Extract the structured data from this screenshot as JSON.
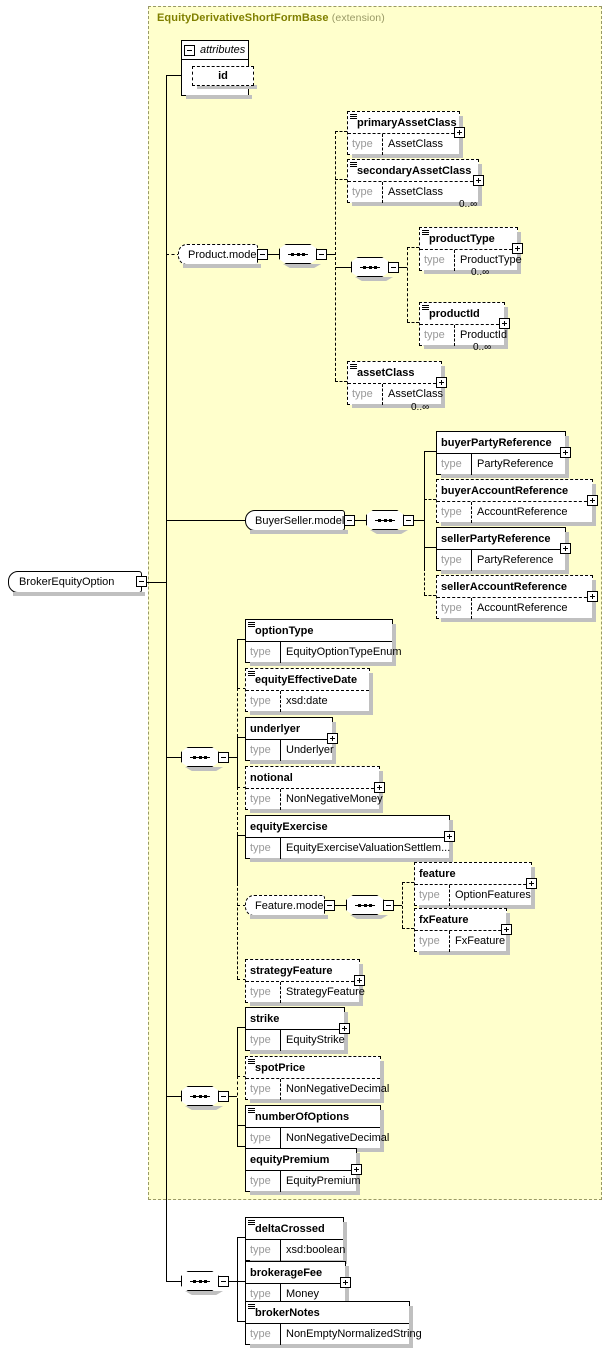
{
  "diagram": {
    "root": {
      "label": "BrokerEquityOption"
    },
    "extension": {
      "title": "EquityDerivativeShortFormBase",
      "subtitle": "(extension)"
    },
    "attributes_box": {
      "header": "attributes",
      "items": [
        "id"
      ]
    },
    "type_label": "type",
    "cardinality_many": "0..∞",
    "groups": {
      "product_model": "Product.model",
      "buyer_seller_model": "BuyerSeller.model",
      "feature_model": "Feature.model"
    },
    "elements": {
      "primaryAssetClass": {
        "name": "primaryAssetClass",
        "type": "AssetClass"
      },
      "secondaryAssetClass": {
        "name": "secondaryAssetClass",
        "type": "AssetClass"
      },
      "productType": {
        "name": "productType",
        "type": "ProductType"
      },
      "productId": {
        "name": "productId",
        "type": "ProductId"
      },
      "assetClass": {
        "name": "assetClass",
        "type": "AssetClass"
      },
      "buyerPartyReference": {
        "name": "buyerPartyReference",
        "type": "PartyReference"
      },
      "buyerAccountReference": {
        "name": "buyerAccountReference",
        "type": "AccountReference"
      },
      "sellerPartyReference": {
        "name": "sellerPartyReference",
        "type": "PartyReference"
      },
      "sellerAccountReference": {
        "name": "sellerAccountReference",
        "type": "AccountReference"
      },
      "optionType": {
        "name": "optionType",
        "type": "EquityOptionTypeEnum"
      },
      "equityEffectiveDate": {
        "name": "equityEffectiveDate",
        "type": "xsd:date"
      },
      "underlyer": {
        "name": "underlyer",
        "type": "Underlyer"
      },
      "notional": {
        "name": "notional",
        "type": "NonNegativeMoney"
      },
      "equityExercise": {
        "name": "equityExercise",
        "type": "EquityExerciseValuationSettlem..."
      },
      "feature": {
        "name": "feature",
        "type": "OptionFeatures"
      },
      "fxFeature": {
        "name": "fxFeature",
        "type": "FxFeature"
      },
      "strategyFeature": {
        "name": "strategyFeature",
        "type": "StrategyFeature"
      },
      "strike": {
        "name": "strike",
        "type": "EquityStrike"
      },
      "spotPrice": {
        "name": "spotPrice",
        "type": "NonNegativeDecimal"
      },
      "numberOfOptions": {
        "name": "numberOfOptions",
        "type": "NonNegativeDecimal"
      },
      "equityPremium": {
        "name": "equityPremium",
        "type": "EquityPremium"
      },
      "deltaCrossed": {
        "name": "deltaCrossed",
        "type": "xsd:boolean"
      },
      "brokerageFee": {
        "name": "brokerageFee",
        "type": "Money"
      },
      "brokerNotes": {
        "name": "brokerNotes",
        "type": "NonEmptyNormalizedString"
      }
    },
    "colors": {
      "extension_bg": "#ffffcc",
      "extension_border": "#999966",
      "extension_title": "#808000",
      "type_label": "#999999",
      "shadow": "#c0c0c0",
      "line": "#000000"
    }
  }
}
